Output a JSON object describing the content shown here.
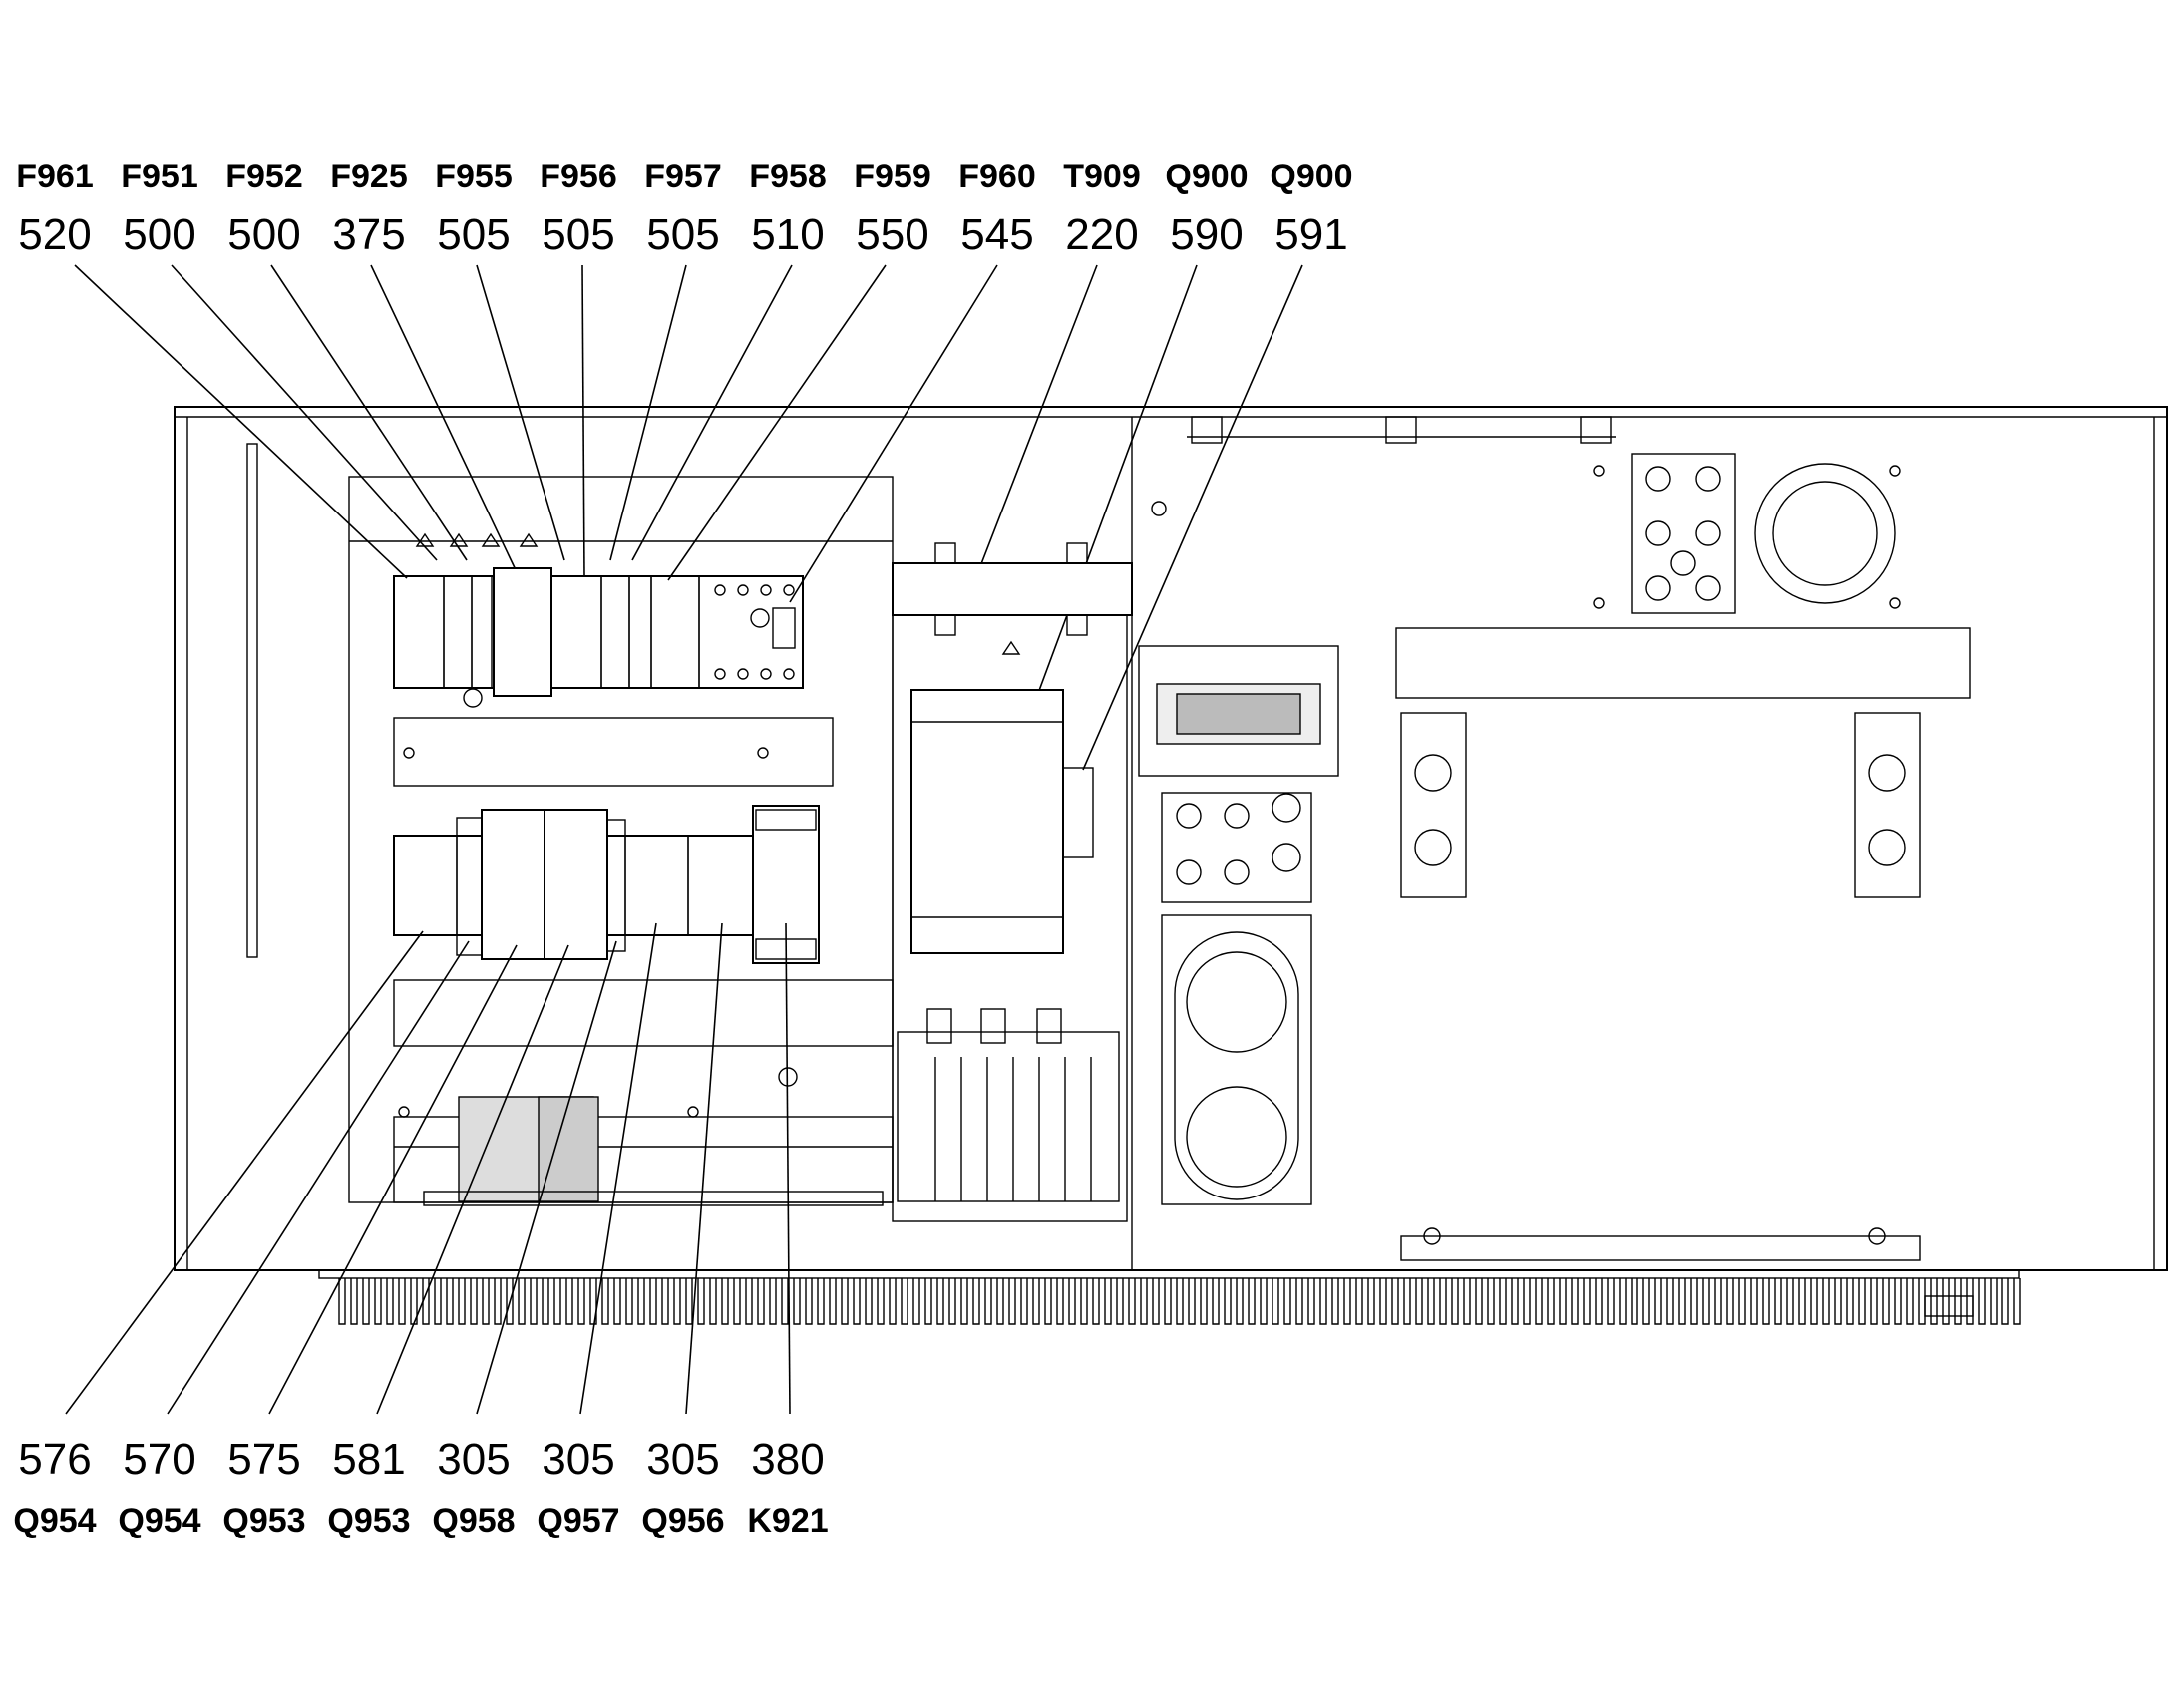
{
  "callouts_top": [
    {
      "ref": "F961",
      "part": "520"
    },
    {
      "ref": "F951",
      "part": "500"
    },
    {
      "ref": "F952",
      "part": "500"
    },
    {
      "ref": "F925",
      "part": "375"
    },
    {
      "ref": "F955",
      "part": "505"
    },
    {
      "ref": "F956",
      "part": "505"
    },
    {
      "ref": "F957",
      "part": "505"
    },
    {
      "ref": "F958",
      "part": "510"
    },
    {
      "ref": "F959",
      "part": "550"
    },
    {
      "ref": "F960",
      "part": "545"
    },
    {
      "ref": "T909",
      "part": "220"
    },
    {
      "ref": "Q900",
      "part": "590"
    },
    {
      "ref": "Q900",
      "part": "591"
    }
  ],
  "callouts_bottom": [
    {
      "ref": "Q954",
      "part": "576"
    },
    {
      "ref": "Q954",
      "part": "570"
    },
    {
      "ref": "Q953",
      "part": "575"
    },
    {
      "ref": "Q953",
      "part": "581"
    },
    {
      "ref": "Q958",
      "part": "305"
    },
    {
      "ref": "Q957",
      "part": "305"
    },
    {
      "ref": "Q956",
      "part": "305"
    },
    {
      "ref": "K921",
      "part": "380"
    }
  ]
}
